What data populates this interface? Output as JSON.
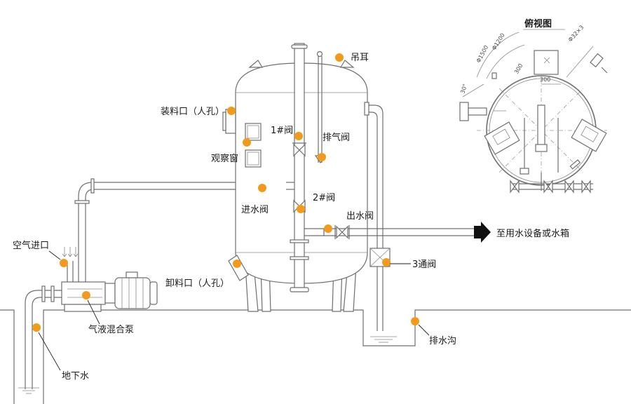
{
  "labels": {
    "lifting_lug": "吊耳",
    "loading_port": "装料口（人孔）",
    "sight_window": "观察窗",
    "valve_1": "1#阀",
    "vent_valve": "排气阀",
    "inlet_valve": "进水阀",
    "valve_2": "2#阀",
    "outlet_valve": "出水阀",
    "to_equipment": "至用水设备或水箱",
    "air_inlet": "空气进口",
    "unloading_port": "卸料口（人孔）",
    "three_way_valve": "3通阀",
    "gas_liquid_pump": "气液混合泵",
    "drain_ditch": "排水沟",
    "groundwater": "地下水"
  },
  "top_view": {
    "title": "俯视图",
    "dims": [
      "Φ1500",
      "Φ1200",
      "Φ32×3",
      "300",
      "300",
      "30°"
    ]
  },
  "colors": {
    "marker": "#f39a1c",
    "line": "#6f6f6f",
    "text": "#1a1a1a"
  }
}
